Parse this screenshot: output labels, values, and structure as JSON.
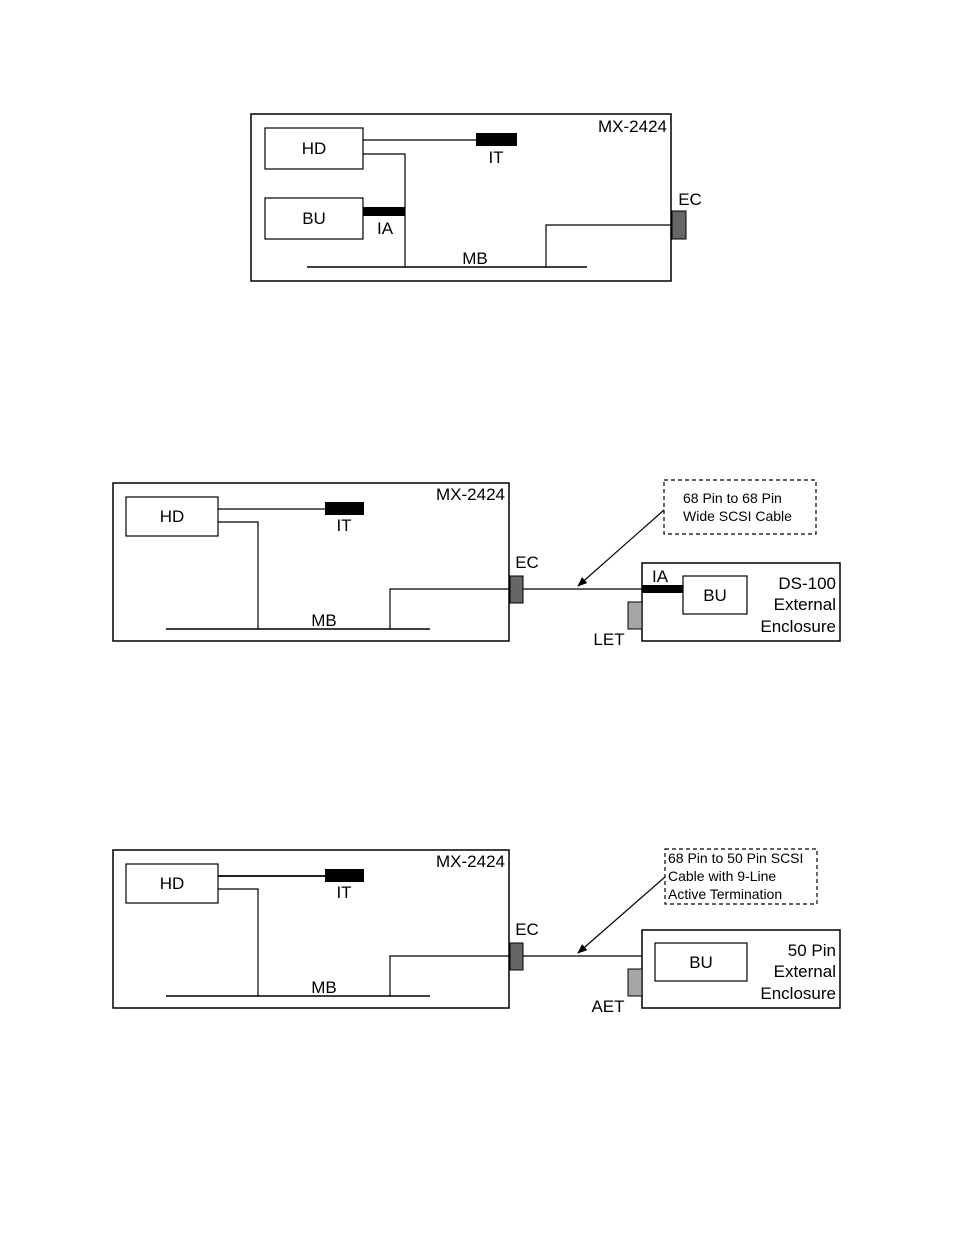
{
  "diagram1": {
    "unit_label": "MX-2424",
    "hd": "HD",
    "bu": "BU",
    "it": "IT",
    "ia": "IA",
    "mb": "MB",
    "ec": "EC"
  },
  "diagram2": {
    "unit_label": "MX-2424",
    "hd": "HD",
    "it": "IT",
    "mb": "MB",
    "ec": "EC",
    "cable_note": [
      "68 Pin to 68 Pin",
      "Wide SCSI Cable"
    ],
    "ia": "IA",
    "bu": "BU",
    "enclosure": [
      "DS-100",
      "External",
      "Enclosure"
    ],
    "terminator": "LET"
  },
  "diagram3": {
    "unit_label": "MX-2424",
    "hd": "HD",
    "it": "IT",
    "mb": "MB",
    "ec": "EC",
    "cable_note": [
      "68 Pin to 50 Pin SCSI",
      "Cable with 9-Line",
      "Active Termination"
    ],
    "bu": "BU",
    "enclosure": [
      "50 Pin",
      "External",
      "Enclosure"
    ],
    "terminator": "AET"
  },
  "colors": {
    "line": "#000000",
    "connector_dark": "#666666",
    "connector_light": "#a6a6a6"
  }
}
